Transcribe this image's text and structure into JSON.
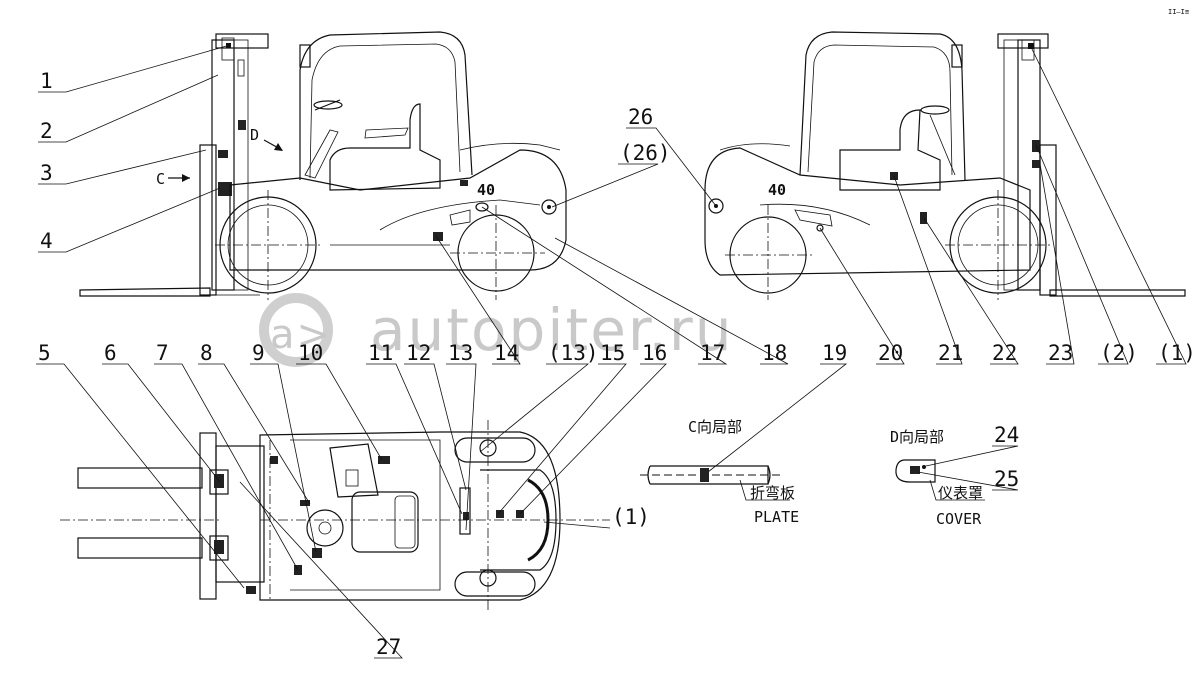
{
  "watermark": "autopiter.ru",
  "corner_mark": "ΙΙ—Ι≡",
  "callouts_top_left": [
    "1",
    "2",
    "3",
    "4"
  ],
  "callouts_bottom_row": [
    "5",
    "6",
    "7",
    "8",
    "9",
    "10",
    "11",
    "12",
    "13",
    "14",
    "(13)",
    "15",
    "16",
    "17",
    "18",
    "19",
    "20",
    "21",
    "22",
    "23",
    "(2)",
    "(1)"
  ],
  "callouts_top_right": [
    "26",
    "(26)"
  ],
  "callout_plan_right": "(1)",
  "callout_plan_bottom": "27",
  "view_c": {
    "title": "C向局部",
    "label_cn": "折弯板",
    "label_en": "PLATE"
  },
  "view_d": {
    "title": "D向局部",
    "label_cn": "仪表罩",
    "label_en": "COVER",
    "callouts": [
      "24",
      "25"
    ]
  },
  "arrow_c": "C",
  "arrow_d": "D",
  "model_mark": "40"
}
